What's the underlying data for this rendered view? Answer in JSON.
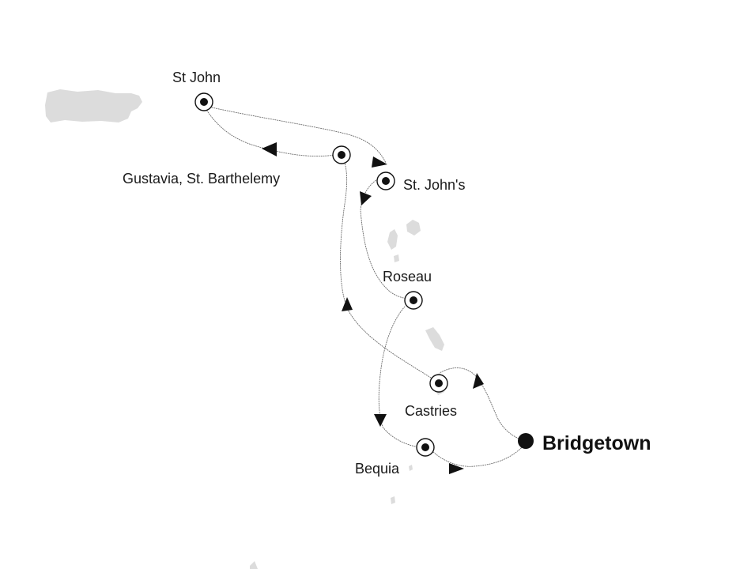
{
  "map": {
    "home_port": {
      "name": "Bridgetown"
    },
    "ports": [
      {
        "id": "st-john",
        "name": "St John"
      },
      {
        "id": "gustavia",
        "name": "Gustavia, St. Barthelemy"
      },
      {
        "id": "st-johns",
        "name": "St. John's"
      },
      {
        "id": "roseau",
        "name": "Roseau"
      },
      {
        "id": "castries",
        "name": "Castries"
      },
      {
        "id": "bequia",
        "name": "Bequia"
      }
    ],
    "route_order": [
      "Bridgetown",
      "Castries",
      "Gustavia, St. Barthelemy",
      "St John",
      "St. John's",
      "Roseau",
      "Bequia",
      "Bridgetown"
    ],
    "colors": {
      "land": "#dcdcdc",
      "route": "#6a6a6a",
      "marker": "#111111",
      "background": "#ffffff"
    }
  }
}
